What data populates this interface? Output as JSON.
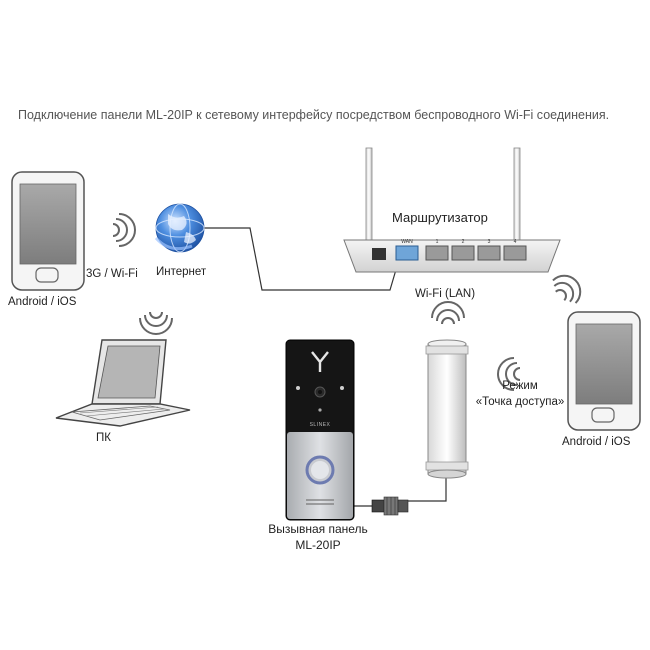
{
  "caption": "Подключение панели ML-20IP к сетевому интерфейсу посредством  беспроводного Wi-Fi соединения.",
  "labels": {
    "phone_left": "Android / iOS",
    "cellular": "3G / Wi-Fi",
    "internet": "Интернет",
    "router": "Маршрутизатор",
    "pc": "ПК",
    "wifi_lan": "Wi-Fi (LAN)",
    "mode_line1": "Режим",
    "mode_line2": "«Точка доступа»",
    "phone_right": "Android / iOS",
    "panel_line1": "Вызывная панель",
    "panel_line2": "ML-20IP"
  },
  "router_ports": {
    "wan": "WAN",
    "lan": [
      "1",
      "2",
      "3",
      "4"
    ]
  },
  "panel_brand": "SLINEX",
  "colors": {
    "globe": "#2f6fc8",
    "device_gray": "#8a8a8a",
    "panel_black": "#151515",
    "panel_silver": "#b9bcc0",
    "wan_port": "#6fa5d8"
  }
}
